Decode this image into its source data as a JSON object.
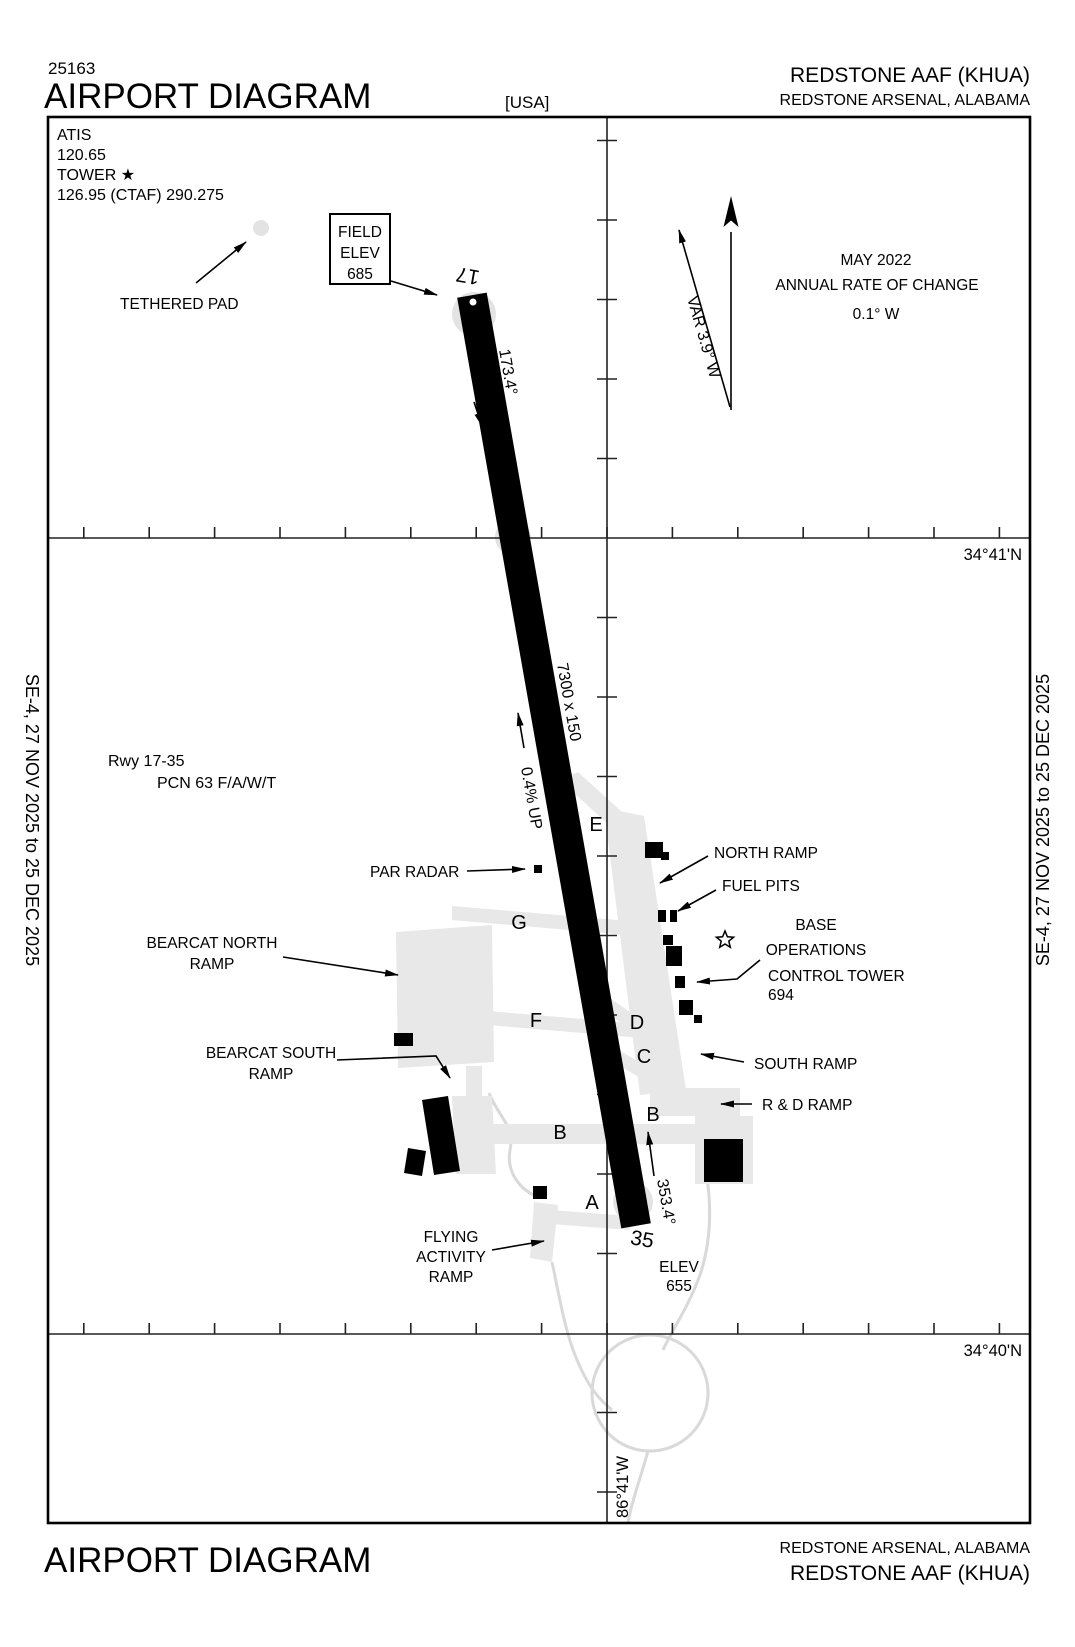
{
  "header": {
    "chart_number": "25163",
    "title": "AIRPORT DIAGRAM",
    "country": "[USA]",
    "airport": "REDSTONE AAF  (KHUA)",
    "city": "REDSTONE ARSENAL, ALABAMA"
  },
  "footer": {
    "title": "AIRPORT DIAGRAM",
    "city": "REDSTONE ARSENAL, ALABAMA",
    "airport": "REDSTONE AAF  (KHUA)"
  },
  "margin_note": "SE-4,  27 NOV 2025  to  25 DEC 2025",
  "comm": {
    "lines": [
      "ATIS",
      "120.65",
      "TOWER ★",
      "126.95 (CTAF) 290.275"
    ]
  },
  "variation": {
    "var_label": "VAR 3.9° W",
    "date": "MAY 2022",
    "rate_label": "ANNUAL RATE OF CHANGE",
    "rate_value": "0.1° W"
  },
  "field_elev": {
    "line1": "FIELD",
    "line2": "ELEV",
    "line3": "685"
  },
  "runway": {
    "rw17": "17",
    "rw35": "35",
    "hdg17": "173.4°",
    "hdg35": "353.4°",
    "size": "7300 x 150",
    "gradient": "0.4% UP",
    "note1": "Rwy 17-35",
    "note2": "PCN 63 F/A/W/T"
  },
  "elev35": {
    "line1": "ELEV",
    "line2": "655"
  },
  "graticule": {
    "lat1": "34°41'N",
    "lat2": "34°40'N",
    "lon": "86°41'W"
  },
  "taxiway": {
    "A": "A",
    "B_east": "B",
    "B_west": "B",
    "C": "C",
    "D": "D",
    "E": "E",
    "F": "F",
    "G": "G"
  },
  "labels": {
    "tethered_pad": "TETHERED PAD",
    "par_radar": "PAR RADAR",
    "north_ramp": "NORTH RAMP",
    "fuel_pits": "FUEL PITS",
    "base_ops": [
      "BASE",
      "OPERATIONS"
    ],
    "control_tower": [
      "CONTROL TOWER",
      "694"
    ],
    "south_ramp": "SOUTH RAMP",
    "rd_ramp": "R & D RAMP",
    "bearcat_north": [
      "BEARCAT NORTH",
      "RAMP"
    ],
    "bearcat_south": [
      "BEARCAT SOUTH",
      "RAMP"
    ],
    "flying_activity": [
      "FLYING",
      "ACTIVITY",
      "RAMP"
    ]
  },
  "colors": {
    "ink": "#000000",
    "apron": "#e8e8e8",
    "pad": "#e3e3e3",
    "road": "#d9d9d9"
  }
}
